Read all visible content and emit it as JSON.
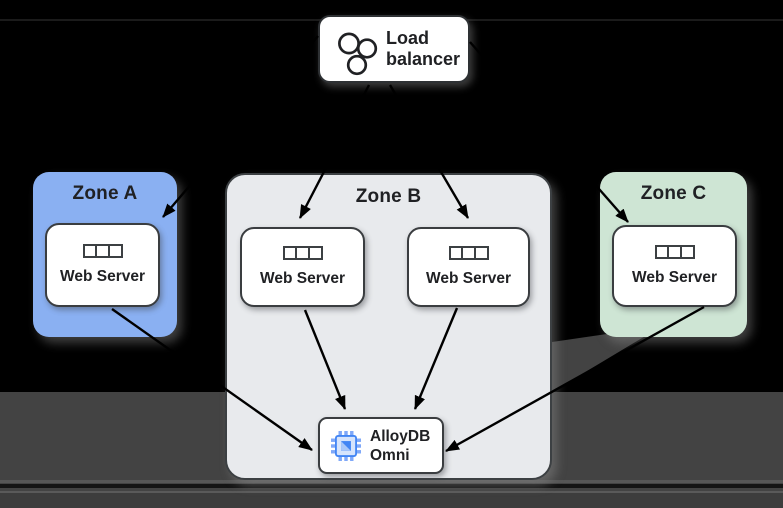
{
  "load_balancer": {
    "label": "Load balancer"
  },
  "zones": {
    "zone_a": {
      "label": "Zone A",
      "color": "#8AB0F2",
      "servers": [
        {
          "label": "Web Server"
        }
      ]
    },
    "zone_b": {
      "label": "Zone B",
      "color": "#E8EAED",
      "servers": [
        {
          "label": "Web Server"
        },
        {
          "label": "Web Server"
        }
      ],
      "database": {
        "label": "AlloyDB Omni"
      }
    },
    "zone_c": {
      "label": "Zone C",
      "color": "#CEE5D4",
      "servers": [
        {
          "label": "Web Server"
        }
      ]
    }
  },
  "edges": [
    {
      "from": "load-balancer",
      "to": "zone-a-web-server"
    },
    {
      "from": "load-balancer",
      "to": "zone-b-web-server-1"
    },
    {
      "from": "load-balancer",
      "to": "zone-b-web-server-2"
    },
    {
      "from": "load-balancer",
      "to": "zone-c-web-server"
    },
    {
      "from": "zone-a-web-server",
      "to": "alloydb-omni"
    },
    {
      "from": "zone-b-web-server-1",
      "to": "alloydb-omni"
    },
    {
      "from": "zone-b-web-server-2",
      "to": "alloydb-omni"
    },
    {
      "from": "zone-c-web-server",
      "to": "alloydb-omni"
    }
  ],
  "icons": {
    "load_balancer_icon": "three-circles",
    "web_server_icon": "server-rack",
    "alloydb_icon": "blue-chip"
  },
  "colors": {
    "page_background": "#000000",
    "page_lower_band": "#434343",
    "zone_a_fill": "#8AB0F2",
    "zone_b_fill": "#E8EAED",
    "zone_c_fill": "#CEE5D4",
    "box_border": "#3C4043",
    "text": "#202124",
    "arrow": "#000000",
    "alloydb_blue": "#4285F4"
  }
}
